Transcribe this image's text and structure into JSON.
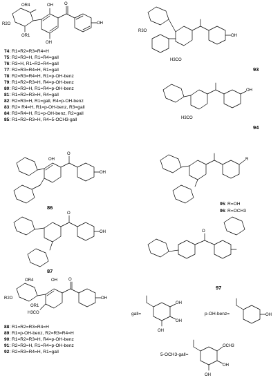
{
  "compounds": {
    "c74": {
      "num": "74",
      "def": "R1=R2=R3=R4=H"
    },
    "c75": {
      "num": "75",
      "def": "R2=R3=H, R1=R4=gall"
    },
    "c76": {
      "num": "76",
      "def": "R3=H, R1=R2=R4=gall"
    },
    "c77": {
      "num": "77",
      "def": "R2=R3=R4=H, R1=gall"
    },
    "c78": {
      "num": "78",
      "def": "R2=R3=R4=H, R1=p-OH-benz"
    },
    "c79": {
      "num": "79",
      "def": "R1=R2=R3=H, R4=p-OH-benz"
    },
    "c80": {
      "num": "80",
      "def": "R2=R3=H, R1=R4=p-OH-benz"
    },
    "c81": {
      "num": "81",
      "def": "R1=R2=R3=H, R4=gall"
    },
    "c82": {
      "num": "82",
      "def": "R2=R3=H, R1=gall, R4=p-OH-benz"
    },
    "c83": {
      "num": "83",
      "def": "R2= R4=H, R1=p-OH-benz, R3=gall"
    },
    "c84": {
      "num": "84",
      "def": "R3=R4=H, R1=p-OH-benz, R2=gall"
    },
    "c85": {
      "num": "85",
      "def": "R1=R2=R3=H, R4=5-OCH3-gall"
    },
    "c88": {
      "num": "88",
      "def": "R1=R2=R3=R4=H"
    },
    "c89": {
      "num": "89",
      "def": "R1=p-OH-benz, R2=R3=R4=H"
    },
    "c90": {
      "num": "90",
      "def": "R1=R2=R3=H, R4=p-OH-benz"
    },
    "c91": {
      "num": "91",
      "def": "R2=R3=H, R1=R4=p-OH-benz"
    },
    "c92": {
      "num": "92",
      "def": "R2=R3=R4=H, R1=gall"
    },
    "c95": {
      "num": "95",
      "def": ": R=OH"
    },
    "c96": {
      "num": "96",
      "def": ": R=OCH3"
    }
  },
  "labels": {
    "l86": "86",
    "l87": "87",
    "l93": "93",
    "l94": "94",
    "l97": "97"
  },
  "legend": {
    "gall": "gall=",
    "pohbenz": "p-OH-benz=",
    "ome_gall": "5-OCH3-gall="
  },
  "atoms": {
    "OH": "OH",
    "HO": "HO",
    "O": "O",
    "OCH3": "OCH3",
    "H3CO": "H3CO",
    "R": "R",
    "R1": "R1",
    "R2": "R2",
    "R3": "R3",
    "R4": "R4",
    "OR4": "OR4",
    "R2O": "R2O",
    "OR1": "OR1",
    "R3O": "R3O"
  }
}
